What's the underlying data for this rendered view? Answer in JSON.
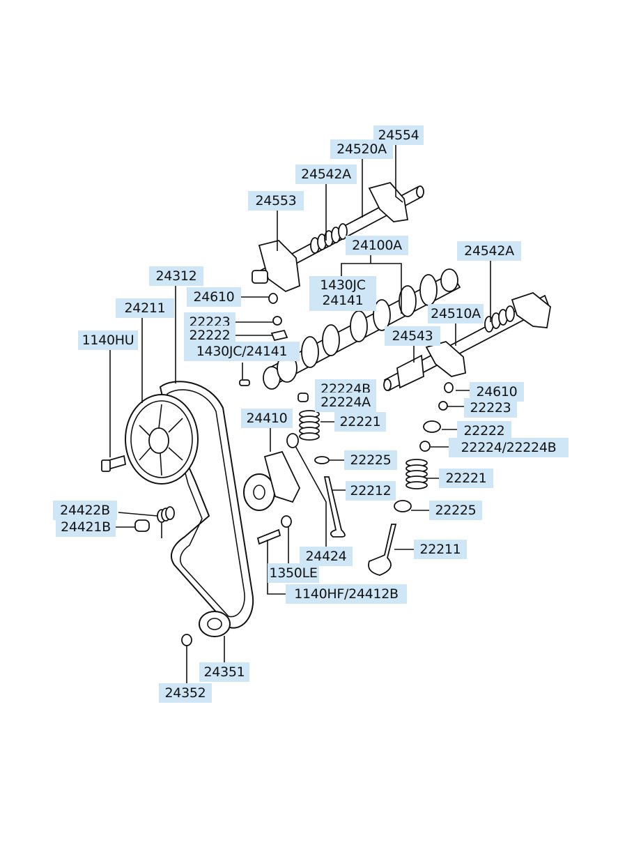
{
  "labels": {
    "p24554": "24554",
    "p24520A": "24520A",
    "p24542A_top": "24542A",
    "p24553": "24553",
    "p24100A": "24100A",
    "p24542A_right": "24542A",
    "p24312": "24312",
    "p24610_left": "24610",
    "p1430JC": "1430JC",
    "p24141": "24141",
    "p24211": "24211",
    "p22223_left": "22223",
    "p22222_left": "22222",
    "p24510A": "24510A",
    "p1140HU": "1140HU",
    "p1430JC_24141": "1430JC/24141",
    "p24543": "24543",
    "p22224B": "22224B",
    "p24610_right": "24610",
    "p22224A": "22224A",
    "p22223_right": "22223",
    "p24410": "24410",
    "p22221_left": "22221",
    "p22222_right": "22222",
    "p22224_22224B": "22224/22224B",
    "p22225_left": "22225",
    "p22221_right": "22221",
    "p22212": "22212",
    "p24422B": "24422B",
    "p22225_right": "22225",
    "p24421B": "24421B",
    "p22211": "22211",
    "p24424": "24424",
    "p1350LE": "1350LE",
    "p1140HF_24412B": "1140HF/24412B",
    "p24351": "24351",
    "p24352": "24352"
  },
  "colors": {
    "label_bg": "#cfe6f7",
    "line": "#111111",
    "background": "#ffffff"
  }
}
